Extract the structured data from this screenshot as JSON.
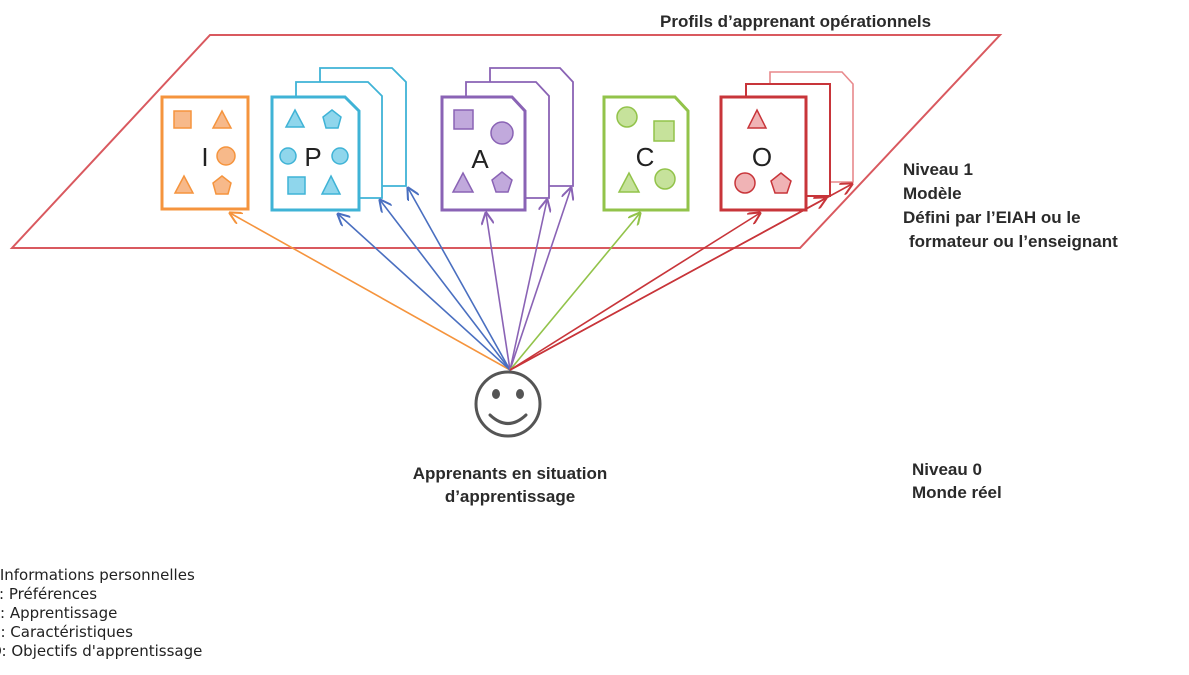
{
  "plane": {
    "title": "Profils d’apprenant opérationnels"
  },
  "level1": {
    "lines": [
      "Niveau 1",
      "Modèle",
      "Défini par l’EIAH ou le",
      "formateur  ou l’enseignant"
    ]
  },
  "learners": {
    "icon": "smiley-face-icon",
    "label_line1": "Apprenants en situation",
    "label_line2": "d’apprentissage"
  },
  "level0": {
    "lines": [
      "Niveau 0",
      "Monde réel"
    ]
  },
  "profiles": [
    {
      "letter": "I",
      "color": "#f5943d",
      "fill": "#f7b98a",
      "extra_copies": 0
    },
    {
      "letter": "P",
      "color": "#3fb3d6",
      "fill": "#8fd6ec",
      "extra_copies": 2
    },
    {
      "letter": "A",
      "color": "#8a63b5",
      "fill": "#c1a9dc",
      "extra_copies": 2
    },
    {
      "letter": "C",
      "color": "#92c34a",
      "fill": "#c6e29b",
      "extra_copies": 0
    },
    {
      "letter": "O",
      "color": "#c8353a",
      "fill": "#f0b3b5",
      "extra_copies": 2
    }
  ],
  "legend": [
    ": Informations personnelles",
    "P: Préférences",
    "A: Apprentissage",
    "C: Caractéristiques",
    "O: Objectifs d'apprentissage"
  ],
  "colors": {
    "plane": "#d9595f",
    "text": "#2a2a2a"
  }
}
